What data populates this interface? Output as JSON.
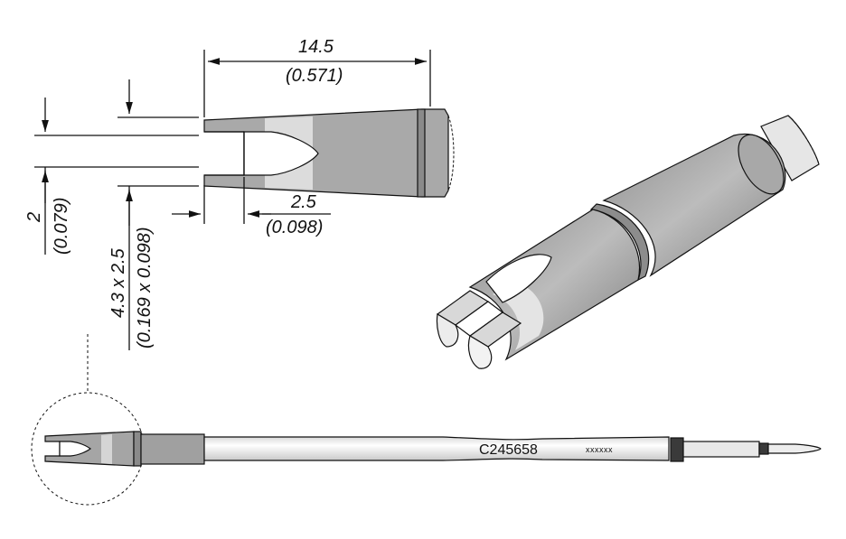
{
  "dimensions": {
    "length_mm": "14.5",
    "length_in": "(0.571)",
    "slot_depth_mm": "2.5",
    "slot_depth_in": "(0.098)",
    "slot_width_mm": "2",
    "slot_width_in": "(0.079)",
    "size_mm": "4.3 x 2.5",
    "size_in": "(0.169 x 0.098)"
  },
  "cartridge": {
    "part_number": "C245658",
    "serial": "xxxxxx"
  },
  "colors": {
    "tip_gray": "#9d9d9d",
    "tip_light": "#d0d0d0",
    "body_light": "#ececec",
    "dark": "#2a2a2a"
  }
}
